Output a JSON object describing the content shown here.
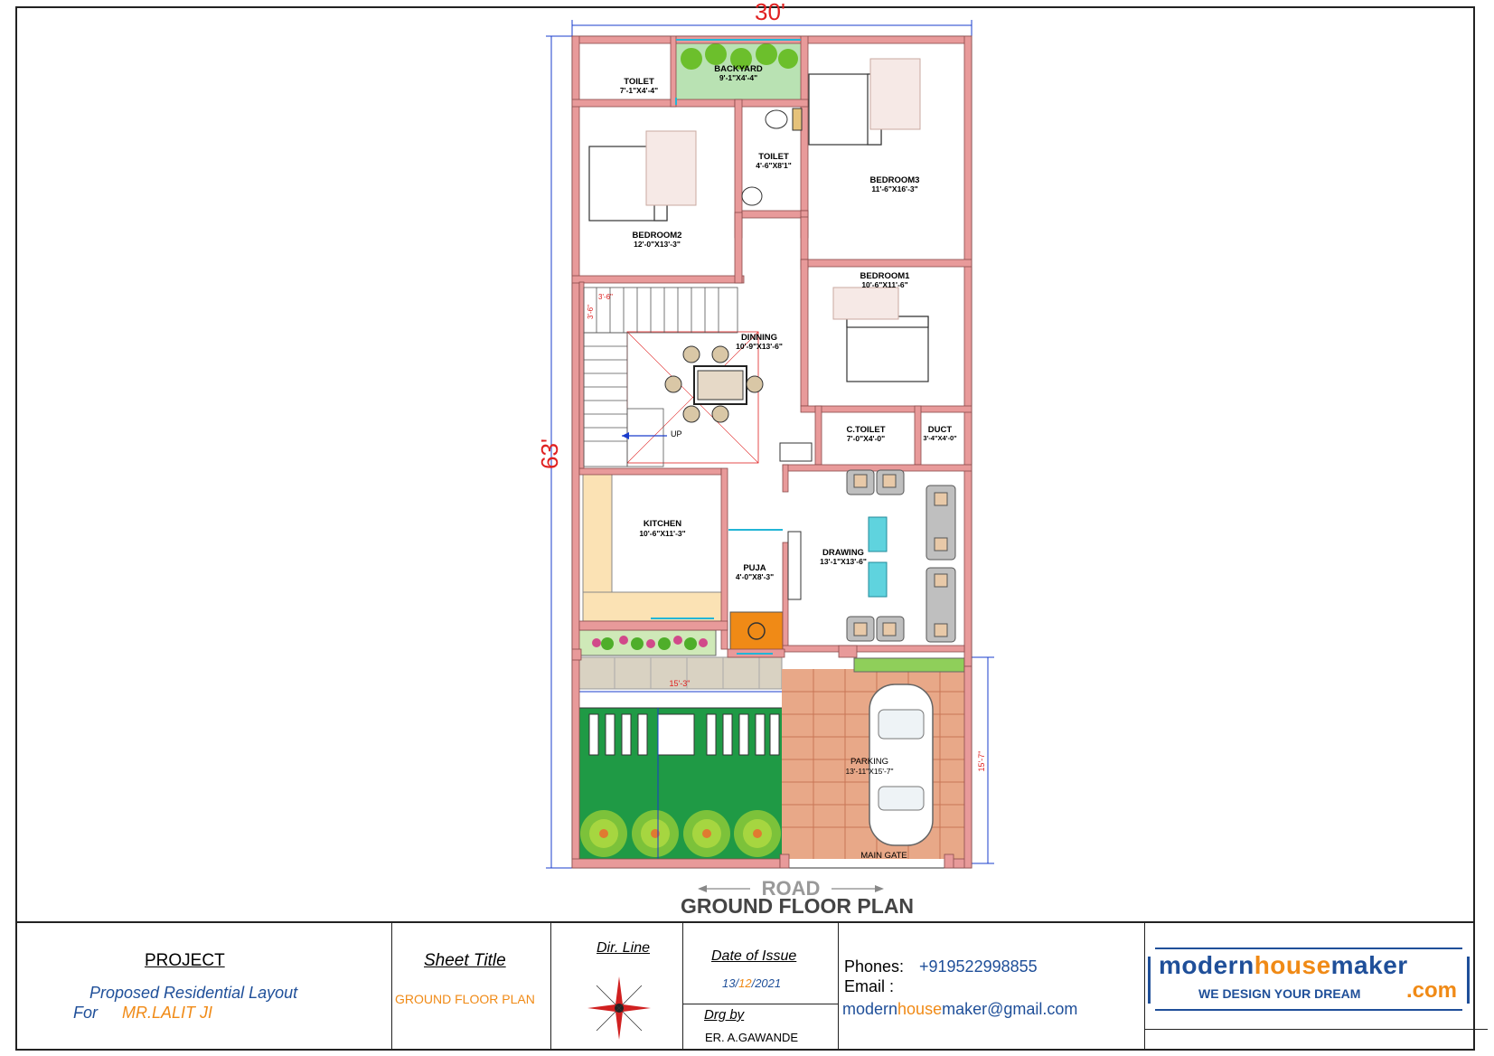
{
  "plan": {
    "width_dim": "30'",
    "height_dim": "63'",
    "title": "GROUND FLOOR PLAN",
    "road": "ROAD",
    "main_gate": "MAIN GATE",
    "up": "UP",
    "stair_dim_a": "3'-6\"",
    "stair_dim_b": "3'-6\"",
    "front_dim": "15'-3\"",
    "parking_dim": "15'-7\"",
    "rooms": [
      {
        "name": "TOILET",
        "size": "7'-1\"X4'-4\""
      },
      {
        "name": "BACKYARD",
        "size": "9'-1\"X4'-4\""
      },
      {
        "name": "TOILET",
        "size": "4'-6\"X8'1\""
      },
      {
        "name": "BEDROOM3",
        "size": "11'-6\"X16'-3\""
      },
      {
        "name": "BEDROOM2",
        "size": "12'-0\"X13'-3\""
      },
      {
        "name": "BEDROOM1",
        "size": "10'-6\"X11'-6\""
      },
      {
        "name": "DINNING",
        "size": "10'-9\"X13'-6\""
      },
      {
        "name": "C.TOILET",
        "size": "7'-0\"X4'-0\""
      },
      {
        "name": "DUCT",
        "size": "3'-4\"X4'-0\""
      },
      {
        "name": "KITCHEN",
        "size": "10'-6\"X11'-3\""
      },
      {
        "name": "PUJA",
        "size": "4'-0\"X8'-3\""
      },
      {
        "name": "DRAWING",
        "size": "13'-1\"X13'-6\""
      },
      {
        "name": "PARKING",
        "size": "13'-11\"X15'-7\""
      }
    ]
  },
  "title_block": {
    "project_heading": "PROJECT",
    "project_name": "Proposed Residential Layout",
    "for_label": "For",
    "client": "MR.LALIT JI",
    "sheet_title_heading": "Sheet Title",
    "sheet_title": "GROUND FLOOR PLAN",
    "dir_line": "Dir. Line",
    "date_heading": "Date of Issue",
    "date_day": "13",
    "date_month": "12",
    "date_year": "2021",
    "drg_by_heading": "Drg by",
    "drg_by": "ER. A.GAWANDE",
    "phones_label": "Phones:",
    "phone": "+919522998855",
    "email_label": "Email :",
    "email_prefix": "modern",
    "email_highlight": "house",
    "email_suffix": "maker@gmail.com"
  },
  "logo": {
    "part1": "modern",
    "part2": "house",
    "part3": "maker",
    "tagline": "WE DESIGN YOUR DREAM",
    "tld": ".com"
  },
  "colors": {
    "wall": "#e89a9a",
    "lawn": "#1f9a45",
    "backyard": "#b9e2b3",
    "puja": "#f08a16",
    "kitchen_counter": "#fbe2b4",
    "deck": "#e8a888",
    "dim_blue": "#1a3ccc",
    "dim_red": "#e02020",
    "logo_blue": "#1f4f99",
    "logo_orange": "#f08a16"
  }
}
